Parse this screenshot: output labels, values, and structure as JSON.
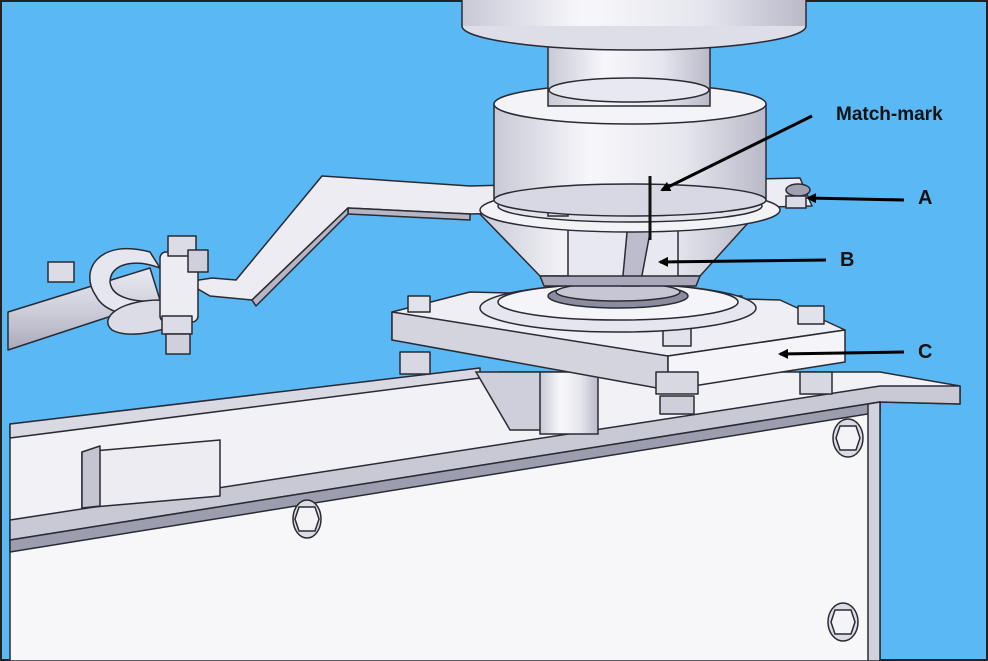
{
  "callouts": {
    "match_mark": "Match-mark",
    "a": "A",
    "b": "B",
    "c": "C"
  },
  "colors": {
    "background": "#5ab8f5",
    "metal_light": "#f4f4f8",
    "metal_mid": "#d6d6e2",
    "metal_dark": "#a9a9bb",
    "outline": "#2a2a33",
    "frame_face": "#f7f7fa",
    "frame_edge": "#b8b8c6",
    "arrow": "#000000"
  }
}
